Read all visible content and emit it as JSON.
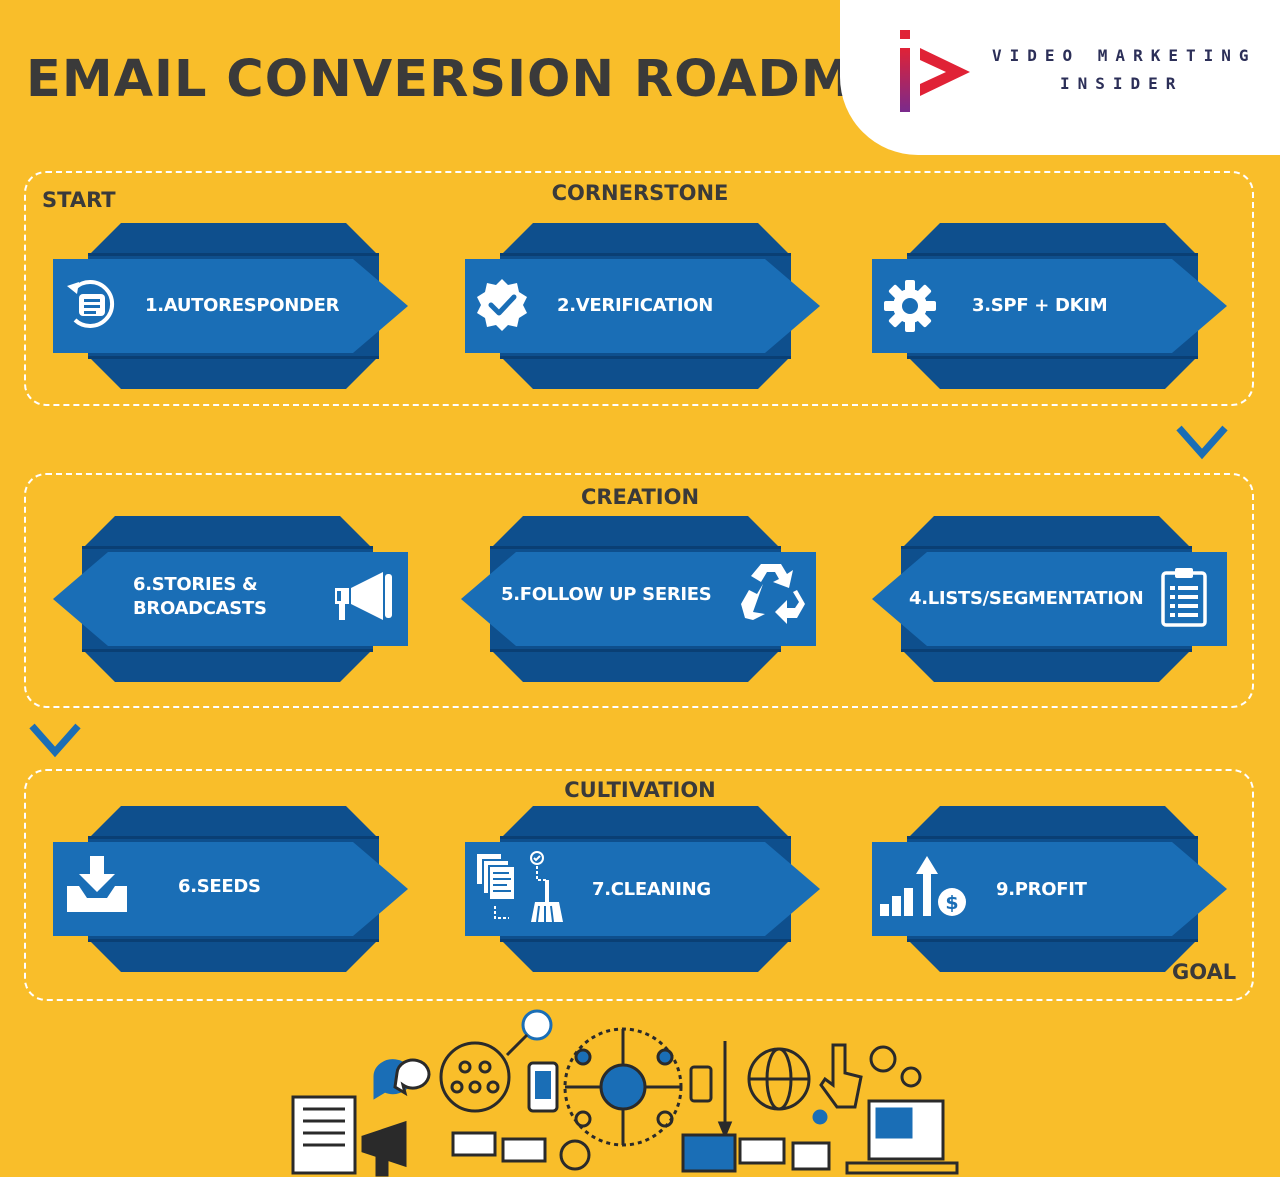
{
  "title": "EMAIL CONVERSION ROADMAP",
  "logo": {
    "line1": "VIDEO MARKETING",
    "line2": "INSIDER"
  },
  "markers": {
    "start": "START",
    "goal": "GOAL"
  },
  "stages": [
    {
      "label": "CORNERSTONE"
    },
    {
      "label": "CREATION"
    },
    {
      "label": "CULTIVATION"
    }
  ],
  "steps": [
    {
      "label": "1.AUTORESPONDER",
      "icon": "autoresponder-icon"
    },
    {
      "label": "2.VERIFICATION",
      "icon": "verified-badge-icon"
    },
    {
      "label": "3.SPF + DKIM",
      "icon": "gear-icon"
    },
    {
      "label": "4.LISTS/SEGMENTATION",
      "icon": "clipboard-list-icon"
    },
    {
      "label": "5.FOLLOW UP SERIES",
      "icon": "recycle-icon"
    },
    {
      "label_line1": "6.STORIES &",
      "label_line2": "BROADCASTS",
      "icon": "megaphone-icon"
    },
    {
      "label": "6.SEEDS",
      "icon": "inbox-download-icon"
    },
    {
      "label": "7.CLEANING",
      "icon": "documents-cleaning-icon"
    },
    {
      "label": "9.PROFIT",
      "icon": "growth-chart-dollar-icon"
    }
  ],
  "colors": {
    "background": "#F9BE2A",
    "step_blue": "#1A6EB6",
    "step_dark": "#0E4F8D",
    "title_text": "#3A3A3A",
    "logo_red": "#E02236",
    "logo_navy": "#2C2F58"
  }
}
